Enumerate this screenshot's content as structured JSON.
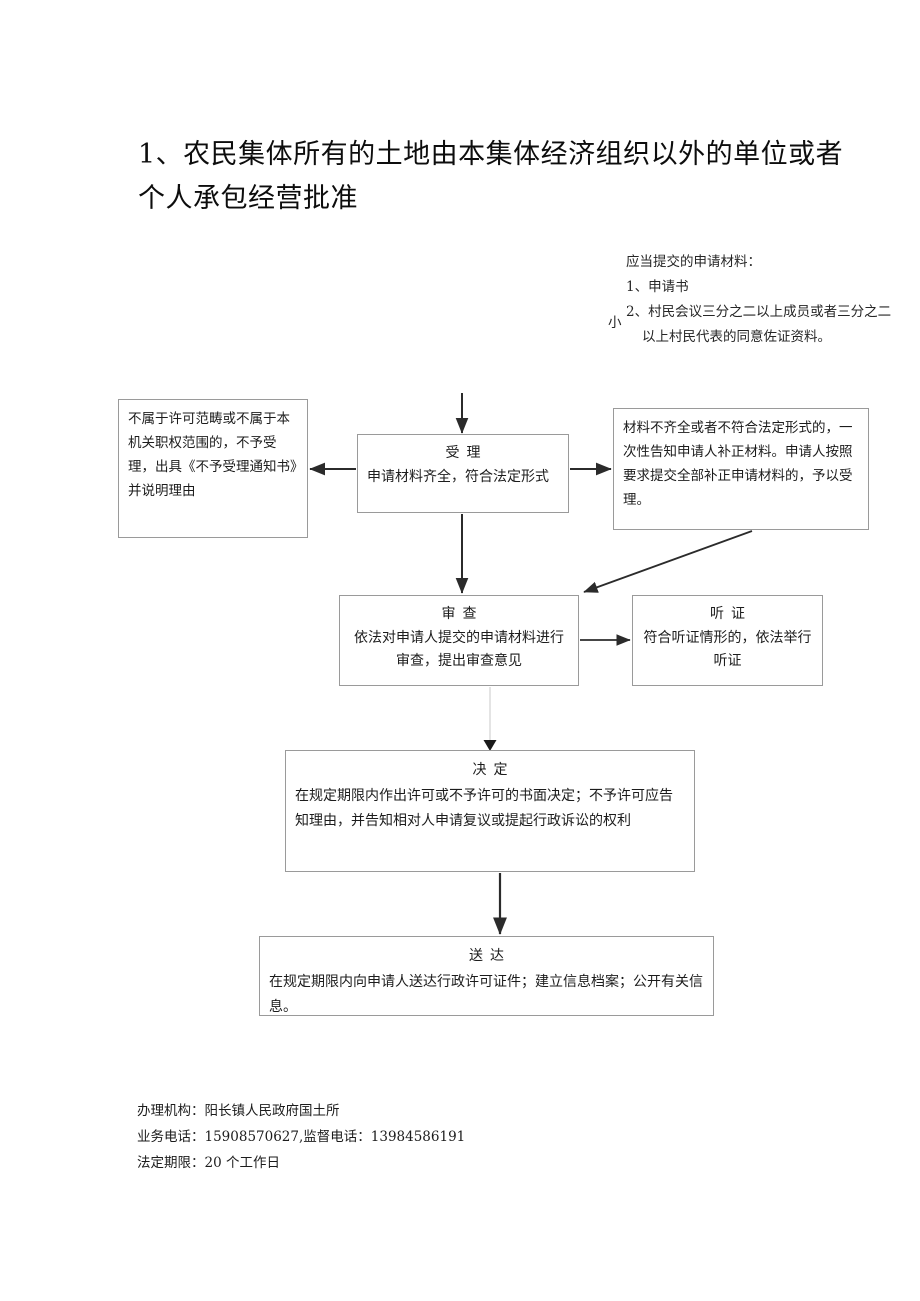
{
  "document": {
    "title": "1、农民集体所有的土地由本集体经济组织以外的单位或者个人承包经营批准"
  },
  "materials": {
    "heading": "应当提交的申请材料：",
    "item1": "1、申请书",
    "item2": "2、村民会议三分之二以上成员或者三分之二以上村民代表的同意佐证资料。",
    "stray_mark": "小"
  },
  "flowchart": {
    "nodes": {
      "reject": {
        "body": "不属于许可范畴或不属于本机关职权范围的，不予受理，出具《不予受理通知书》并说明理由"
      },
      "accept": {
        "head": "受理",
        "body": "申请材料齐全，符合法定形式"
      },
      "supplement": {
        "body": "材料不齐全或者不符合法定形式的，一次性告知申请人补正材料。申请人按照要求提交全部补正申请材料的，予以受理。"
      },
      "review": {
        "head": "审查",
        "body": "依法对申请人提交的申请材料进行审查，提出审查意见"
      },
      "hearing": {
        "head": "听证",
        "body": "符合听证情形的，依法举行听证"
      },
      "decision": {
        "head": "决定",
        "body": "在规定期限内作出许可或不予许可的书面决定；不予许可应告知理由，并告知相对人申请复议或提起行政诉讼的权利"
      },
      "deliver": {
        "head": "送达",
        "body": "在规定期限内向申请人送达行政许可证件；建立信息档案；公开有关信息。"
      }
    },
    "line_color": "#2b2b2b",
    "box_border_color": "#9a9a9a"
  },
  "footer": {
    "agency": "办理机构：阳长镇人民政府国土所",
    "phones": "业务电话：15908570627,监督电话：13984586191",
    "deadline": "法定期限：20 个工作日"
  }
}
